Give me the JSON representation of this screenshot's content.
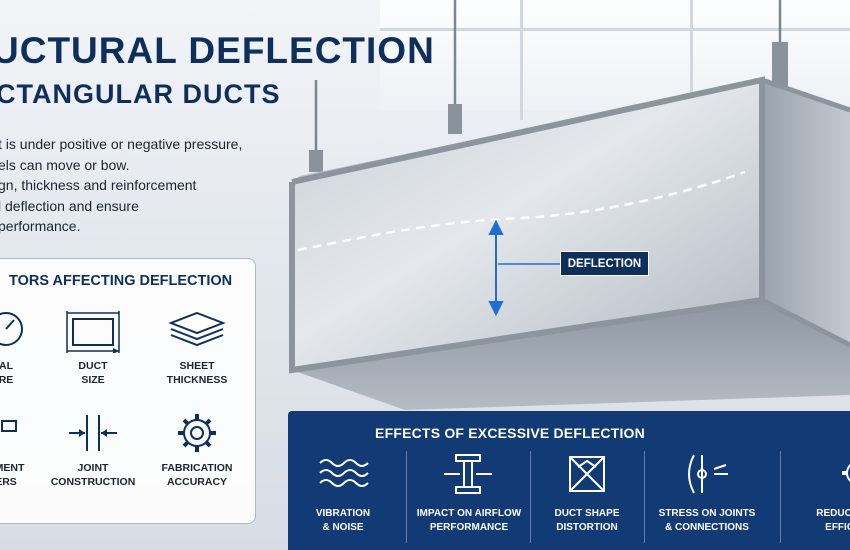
{
  "title": {
    "line1": "UCTURAL DEFLECTION",
    "line2": "CTANGULAR DUCTS"
  },
  "intro": [
    "t is under positive or negative pressure,",
    "els can move or bow.",
    "gn, thickness and reinforcement",
    "l deflection and ensure",
    "performance."
  ],
  "deflection_label": "DEFLECTION",
  "factors": {
    "title": "TORS AFFECTING DEFLECTION",
    "items": [
      {
        "label": "AL\nRE",
        "icon": "pressure-gauge-icon"
      },
      {
        "label": "DUCT\nSIZE",
        "icon": "duct-size-icon"
      },
      {
        "label": "SHEET\nTHICKNESS",
        "icon": "sheet-layers-icon"
      },
      {
        "label": "EMENT\nERS",
        "icon": "reinforcement-icon"
      },
      {
        "label": "JOINT\nCONSTRUCTION",
        "icon": "joint-icon"
      },
      {
        "label": "FABRICATION\nACCURACY",
        "icon": "gear-icon"
      }
    ]
  },
  "effects": {
    "title": "EFFECTS OF EXCESSIVE DEFLECTION",
    "items": [
      {
        "label": "VIBRATION\n& NOISE",
        "icon": "vibration-waves-icon"
      },
      {
        "label": "IMPACT ON AIRFLOW\nPERFORMANCE",
        "icon": "airflow-icon"
      },
      {
        "label": "DUCT SHAPE\nDISTORTION",
        "icon": "distorted-box-icon"
      },
      {
        "label": "STRESS ON JOINTS\n& CONNECTIONS",
        "icon": "joint-stress-icon"
      },
      {
        "label": "REDUCED\nEFFICI",
        "icon": "efficiency-gear-icon"
      }
    ]
  },
  "colors": {
    "navy": "#0e2f5c",
    "panel_blue": "#123a75",
    "accent_blue": "#1e6fd1"
  }
}
